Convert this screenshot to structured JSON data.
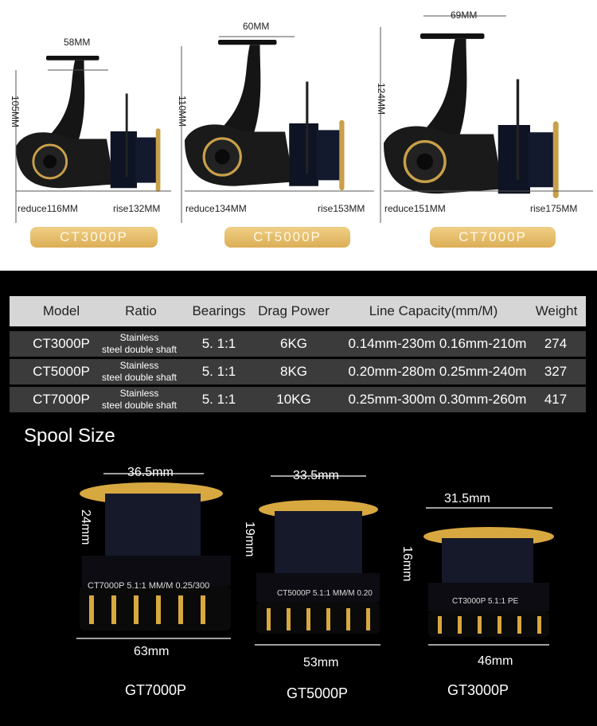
{
  "reels": [
    {
      "model": "CT3000P",
      "width": "58MM",
      "height": "105MM",
      "reduce": "reduce116MM",
      "rise": "rise132MM"
    },
    {
      "model": "CT5000P",
      "width": "60MM",
      "height": "110MM",
      "reduce": "reduce134MM",
      "rise": "rise153MM"
    },
    {
      "model": "CT7000P",
      "width": "69MM",
      "height": "124MM",
      "reduce": "reduce151MM",
      "rise": "rise175MM"
    }
  ],
  "table": {
    "headers": [
      "Model",
      "Ratio",
      "Bearings",
      "Drag Power",
      "Line Capacity(mm/M)",
      "Weight"
    ],
    "rows": [
      {
        "model": "CT3000P",
        "ratio1": "Stainless",
        "ratio2": "steel double shaft",
        "bearings": "5. 1:1",
        "drag": "6KG",
        "capacity": "0.14mm-230m 0.16mm-210m",
        "weight": "274"
      },
      {
        "model": "CT5000P",
        "ratio1": "Stainless",
        "ratio2": "steel double shaft",
        "bearings": "5. 1:1",
        "drag": "8KG",
        "capacity": "0.20mm-280m 0.25mm-240m",
        "weight": "327"
      },
      {
        "model": "CT7000P",
        "ratio1": "Stainless",
        "ratio2": "steel double shaft",
        "bearings": "5. 1:1",
        "drag": "10KG",
        "capacity": "0.25mm-300m 0.30mm-260m",
        "weight": "417"
      }
    ]
  },
  "spool_section": {
    "title": "Spool Size",
    "spools": [
      {
        "label": "GT7000P",
        "top": "36.5mm",
        "height": "24mm",
        "bottom": "63mm",
        "print": "CT7000P  5.1:1  MM/M 0.25/300"
      },
      {
        "label": "GT5000P",
        "top": "33.5mm",
        "height": "19mm",
        "bottom": "53mm",
        "print": "CT5000P  5.1:1  MM/M 0.20"
      },
      {
        "label": "GT3000P",
        "top": "31.5mm",
        "height": "16mm",
        "bottom": "46mm",
        "print": "CT3000P  5.1:1 PE"
      }
    ]
  },
  "colors": {
    "gold": "#d9a94a",
    "dark": "#3b3b3b",
    "header": "#d6d6d6"
  }
}
